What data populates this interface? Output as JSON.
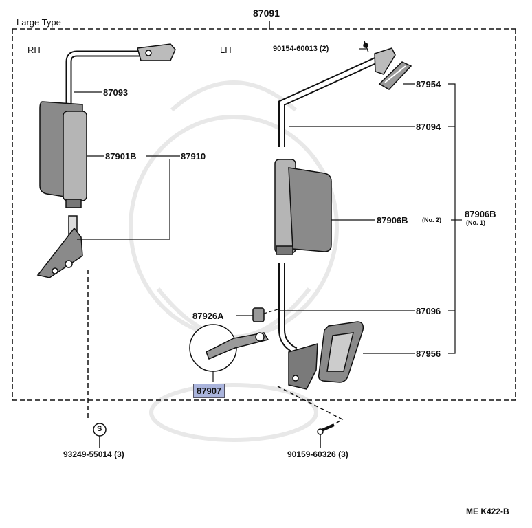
{
  "diagram": {
    "header_type": "Large Type",
    "top_part": "87091",
    "side_rh": "RH",
    "side_lh": "LH",
    "footer_code": "ME  K422-B"
  },
  "parts": {
    "p87093": "87093",
    "p87901B": "87901B",
    "p87910": "87910",
    "p90154": "90154-60013 (2)",
    "p87954": "87954",
    "p87094": "87094",
    "p87906B_no2": "87906B",
    "no2": "(No. 2)",
    "p87906B_no1": "87906B",
    "no1": "(No. 1)",
    "p87926A": "87926A",
    "p87096": "87096",
    "p87956": "87956",
    "p87907": "87907",
    "s_symbol": "S",
    "p93249": "93249-55014 (3)",
    "p90159": "90159-60326 (3)"
  },
  "colors": {
    "highlight": "#aab4dc",
    "line": "#111111",
    "part_fill": "#7a7a7a",
    "watermark": "#e6e6e6"
  }
}
